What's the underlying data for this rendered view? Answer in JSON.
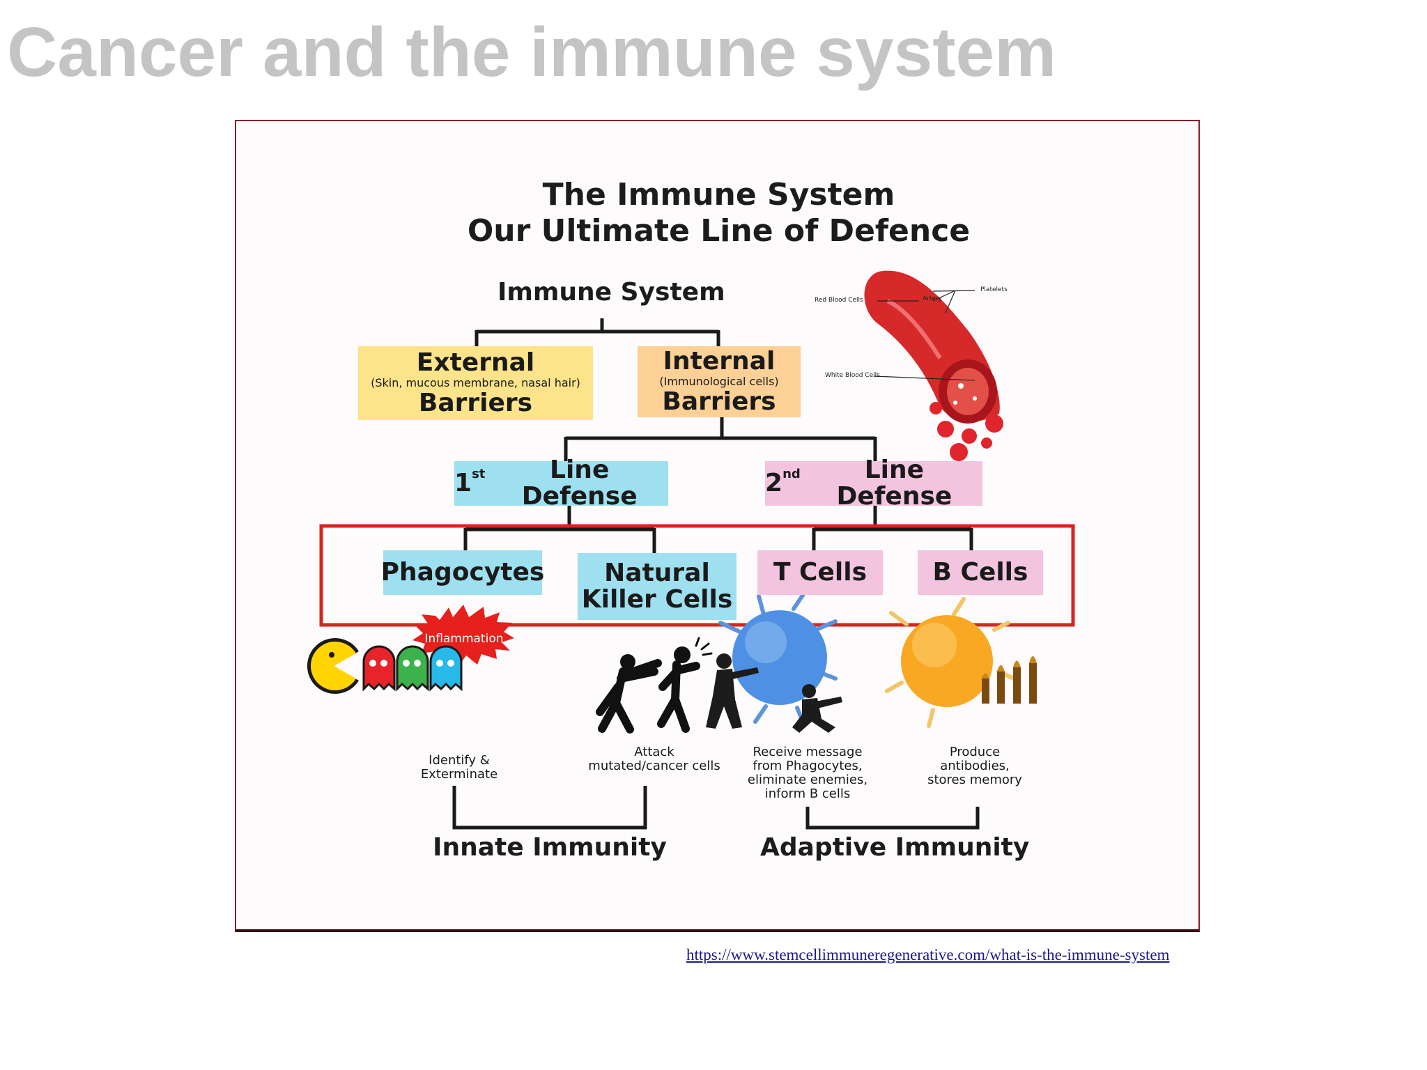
{
  "slide": {
    "title": "Cancer and the immune system",
    "source_link": "https://www.stemcellimmuneregenerative.com/what-is-the-immune-system"
  },
  "diagram": {
    "title_line1": "The Immune System",
    "title_line2": "Our Ultimate Line of Defence",
    "root": "Immune System",
    "external": {
      "title": "External",
      "detail": "(Skin, mucous membrane, nasal hair)",
      "subtitle": "Barriers"
    },
    "internal": {
      "title": "Internal",
      "detail": "(Immunological cells)",
      "subtitle": "Barriers"
    },
    "first_line": {
      "num": "1",
      "sup": "st",
      "label": "Line Defense"
    },
    "second_line": {
      "num": "2",
      "sup": "nd",
      "label": "Line Defense"
    },
    "cells": {
      "phagocytes": "Phagocytes",
      "nk_line1": "Natural",
      "nk_line2": "Killer Cells",
      "t_cells": "T Cells",
      "b_cells": "B Cells"
    },
    "badge": "Inflammation",
    "captions": {
      "phagocytes": [
        "Identify &",
        "Exterminate"
      ],
      "nk": [
        "Attack",
        "mutated/cancer cells"
      ],
      "t": [
        "Receive message",
        "from Phagocytes,",
        "eliminate enemies,",
        "inform B cells"
      ],
      "b": [
        "Produce",
        "antibodies,",
        "stores memory"
      ]
    },
    "innate": "Innate Immunity",
    "adaptive": "Adaptive Immunity",
    "vessel_labels": {
      "platelets": "Platelets",
      "artery": "Artery",
      "red": "Red Blood Cells",
      "white": "White Blood Cells"
    },
    "colors": {
      "external": "#fde48a",
      "internal": "#fdd096",
      "first_line": "#9edff0",
      "second_line": "#f3c4e0",
      "highlight": "#d8231f"
    }
  }
}
